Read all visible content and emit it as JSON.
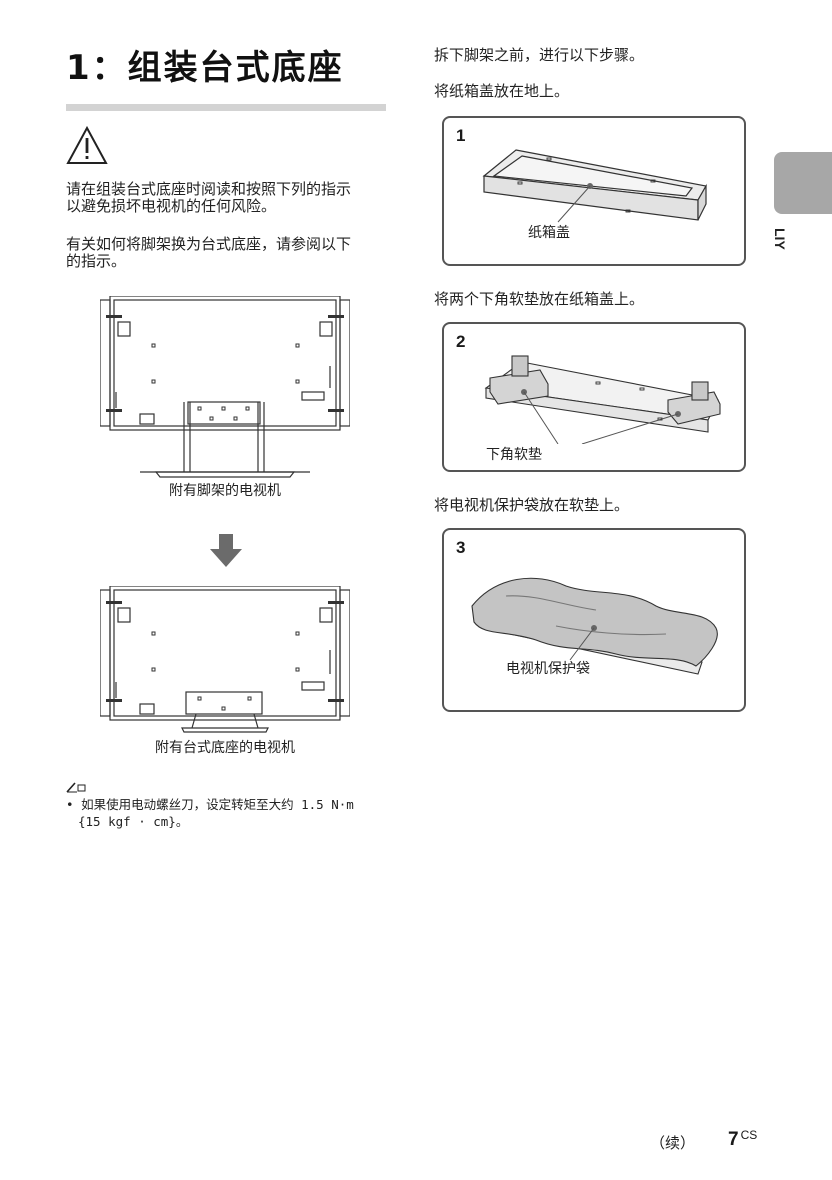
{
  "heading": {
    "title": "1：组装台式底座"
  },
  "warning": {
    "icon": "warning-triangle-icon",
    "line1": "请在组装台式底座时阅读和按照下列的指示",
    "line2": "以避免损坏电视机的任何风险。"
  },
  "info": {
    "line1": "有关如何将脚架换为台式底座，请参阅以下",
    "line2": "的指示。"
  },
  "figures": {
    "tv_with_legs": "附有脚架的电视机",
    "tv_with_stand": "附有台式底座的电视机"
  },
  "note": {
    "icon": "note-pencil-icon",
    "line1": "如果使用电动螺丝刀，设定转矩至大约 1.5 N·m",
    "line2": "{15 kgf · cm}。"
  },
  "right": {
    "intro": "拆下脚架之前，进行以下步骤。",
    "step1_text": "将纸箱盖放在地上。",
    "step2_text": "将两个下角软垫放在纸箱盖上。",
    "step3_text": "将电视机保护袋放在软垫上。"
  },
  "steps": [
    {
      "num": "1",
      "label": "纸箱盖"
    },
    {
      "num": "2",
      "label": "下角软垫"
    },
    {
      "num": "3",
      "label": "电视机保护袋"
    }
  ],
  "side": {
    "tab_label": "LIY"
  },
  "footer": {
    "continued": "（续）",
    "page": "7",
    "lang": "CS"
  }
}
